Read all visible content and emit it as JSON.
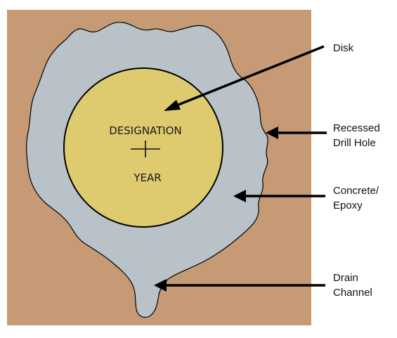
{
  "colors": {
    "ground": "#c59a75",
    "concrete": "#b9c2c9",
    "disk": "#decb70",
    "outline": "#000000",
    "text": "#111111"
  },
  "disk": {
    "designation": "DESIGNATION",
    "year": "YEAR",
    "center_mark_icon": "crosshair-plus-icon"
  },
  "labels": {
    "disk": "Disk",
    "recessed_drill_hole": [
      "Recessed",
      "Drill Hole"
    ],
    "concrete_epoxy": [
      "Concrete/",
      "Epoxy"
    ],
    "drain_channel": [
      "Drain",
      "Channel"
    ]
  }
}
